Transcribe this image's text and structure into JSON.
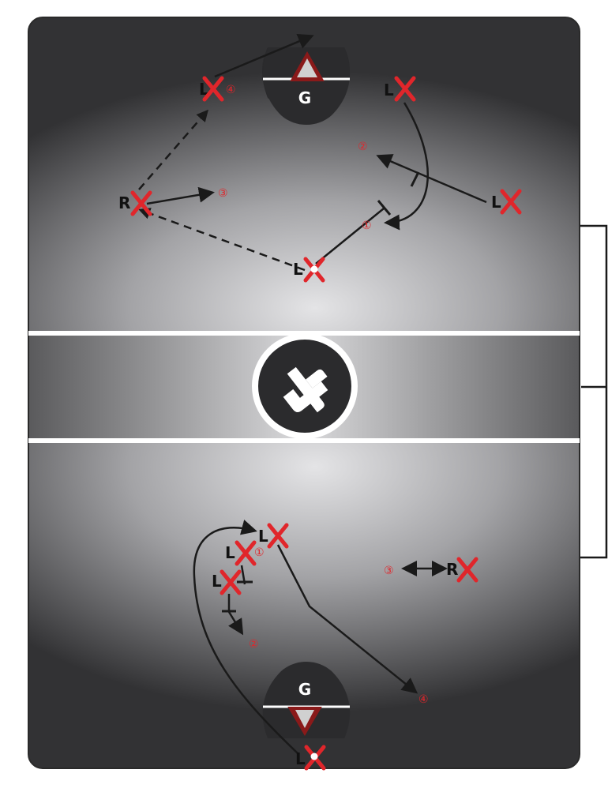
{
  "field": {
    "goalie_label": "G",
    "colors": {
      "marker": "#e0262b",
      "arrow": "#1a1a1a",
      "line": "#ffffff",
      "crease": "#2b2b2b",
      "goal_fill": "#8a1a1a",
      "bracket": "#1a1a1a"
    }
  },
  "top_half": {
    "players": [
      {
        "label": "L",
        "number": "④"
      },
      {
        "label": "L",
        "number": ""
      },
      {
        "label": "R",
        "number": ""
      },
      {
        "label": "L",
        "number": ""
      },
      {
        "label": "L",
        "number": "",
        "has_ball": true
      }
    ],
    "markers": [
      "②",
      "③",
      "①"
    ]
  },
  "bottom_half": {
    "players": [
      {
        "label": "L",
        "number": ""
      },
      {
        "label": "L",
        "number": "①"
      },
      {
        "label": "L",
        "number": ""
      },
      {
        "label": "R",
        "number": ""
      },
      {
        "label": "L",
        "number": "",
        "has_ball": true
      }
    ],
    "markers": [
      "②",
      "③",
      "④"
    ]
  },
  "logo": {
    "icon": "lacrosse-logo-icon"
  }
}
